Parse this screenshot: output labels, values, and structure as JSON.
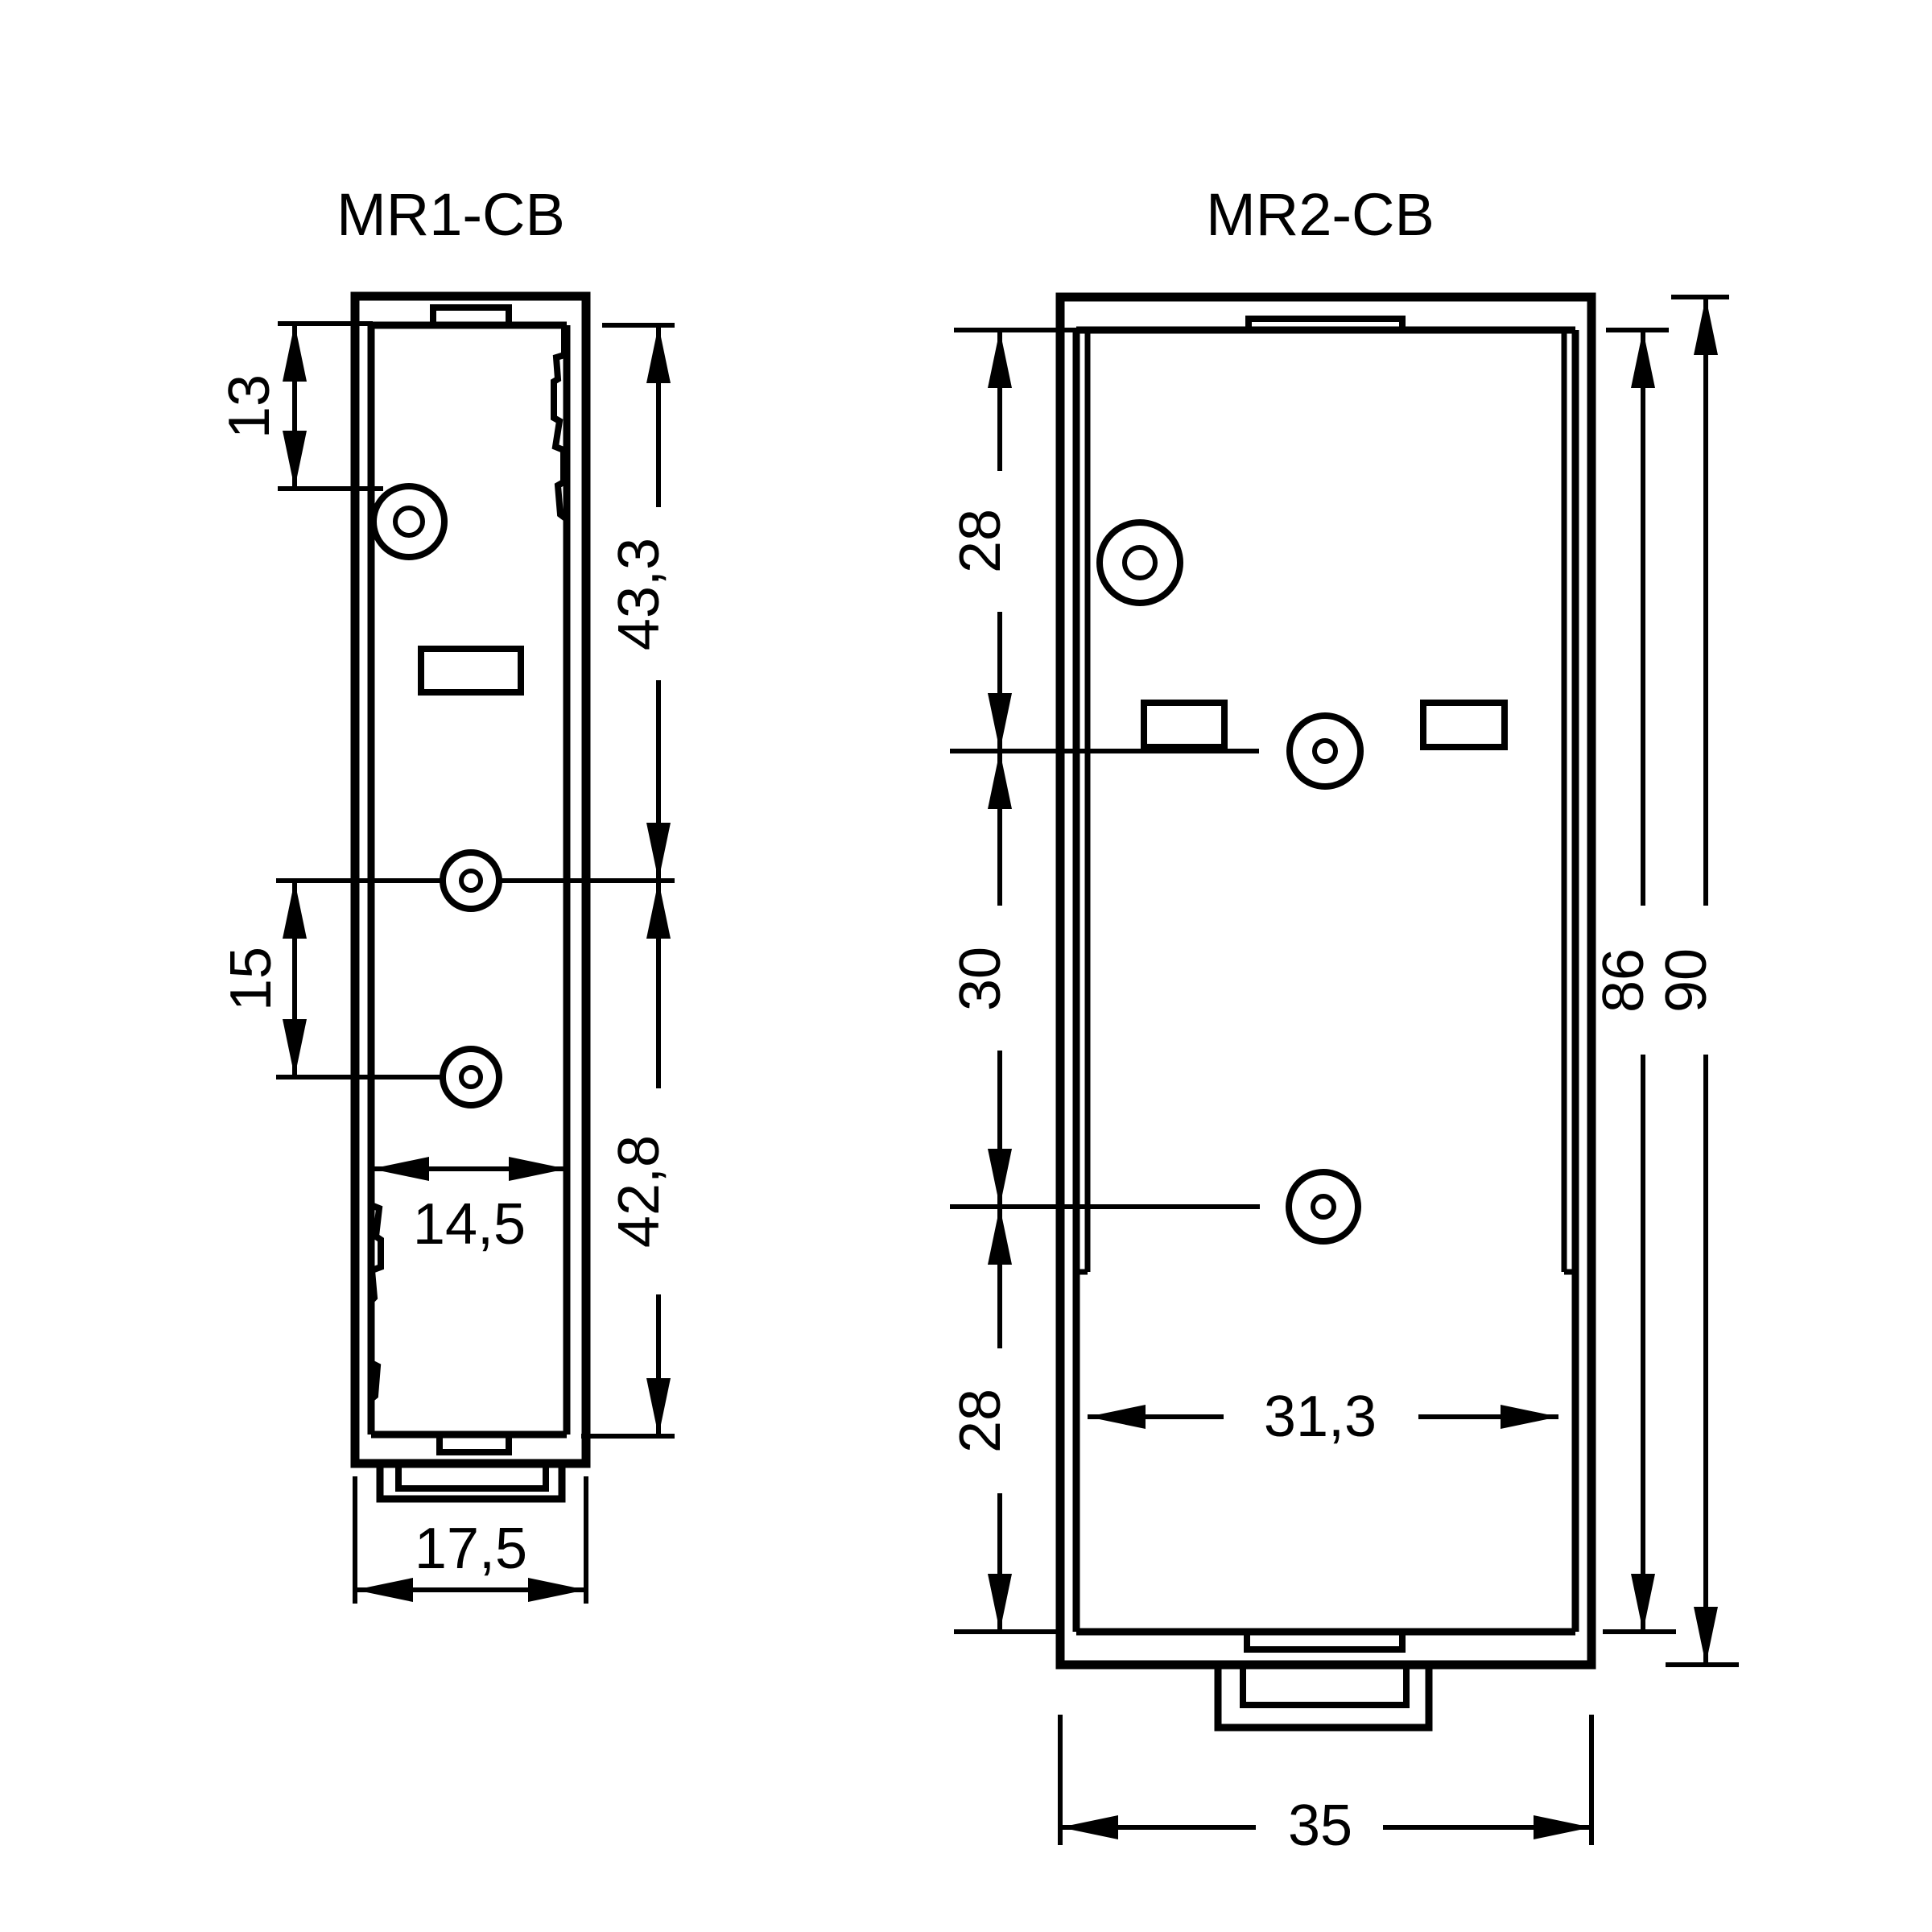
{
  "drawing": {
    "background": "#ffffff",
    "line_color": "#000000",
    "type": "technical-dimension-drawing"
  },
  "figures": [
    {
      "title": "MR1-CB",
      "labels": {
        "hole_offset_top": "13",
        "height_upper": "43,3",
        "hole_pitch": "15",
        "height_lower": "42,8",
        "width_inner": "14,5",
        "width_outer": "17,5"
      }
    },
    {
      "title": "MR2-CB",
      "labels": {
        "offset_top": "28",
        "pitch_middle": "30",
        "offset_bottom": "28",
        "height_inner": "86",
        "height_outer": "90",
        "width_inner": "31,3",
        "width_outer": "35"
      }
    }
  ]
}
